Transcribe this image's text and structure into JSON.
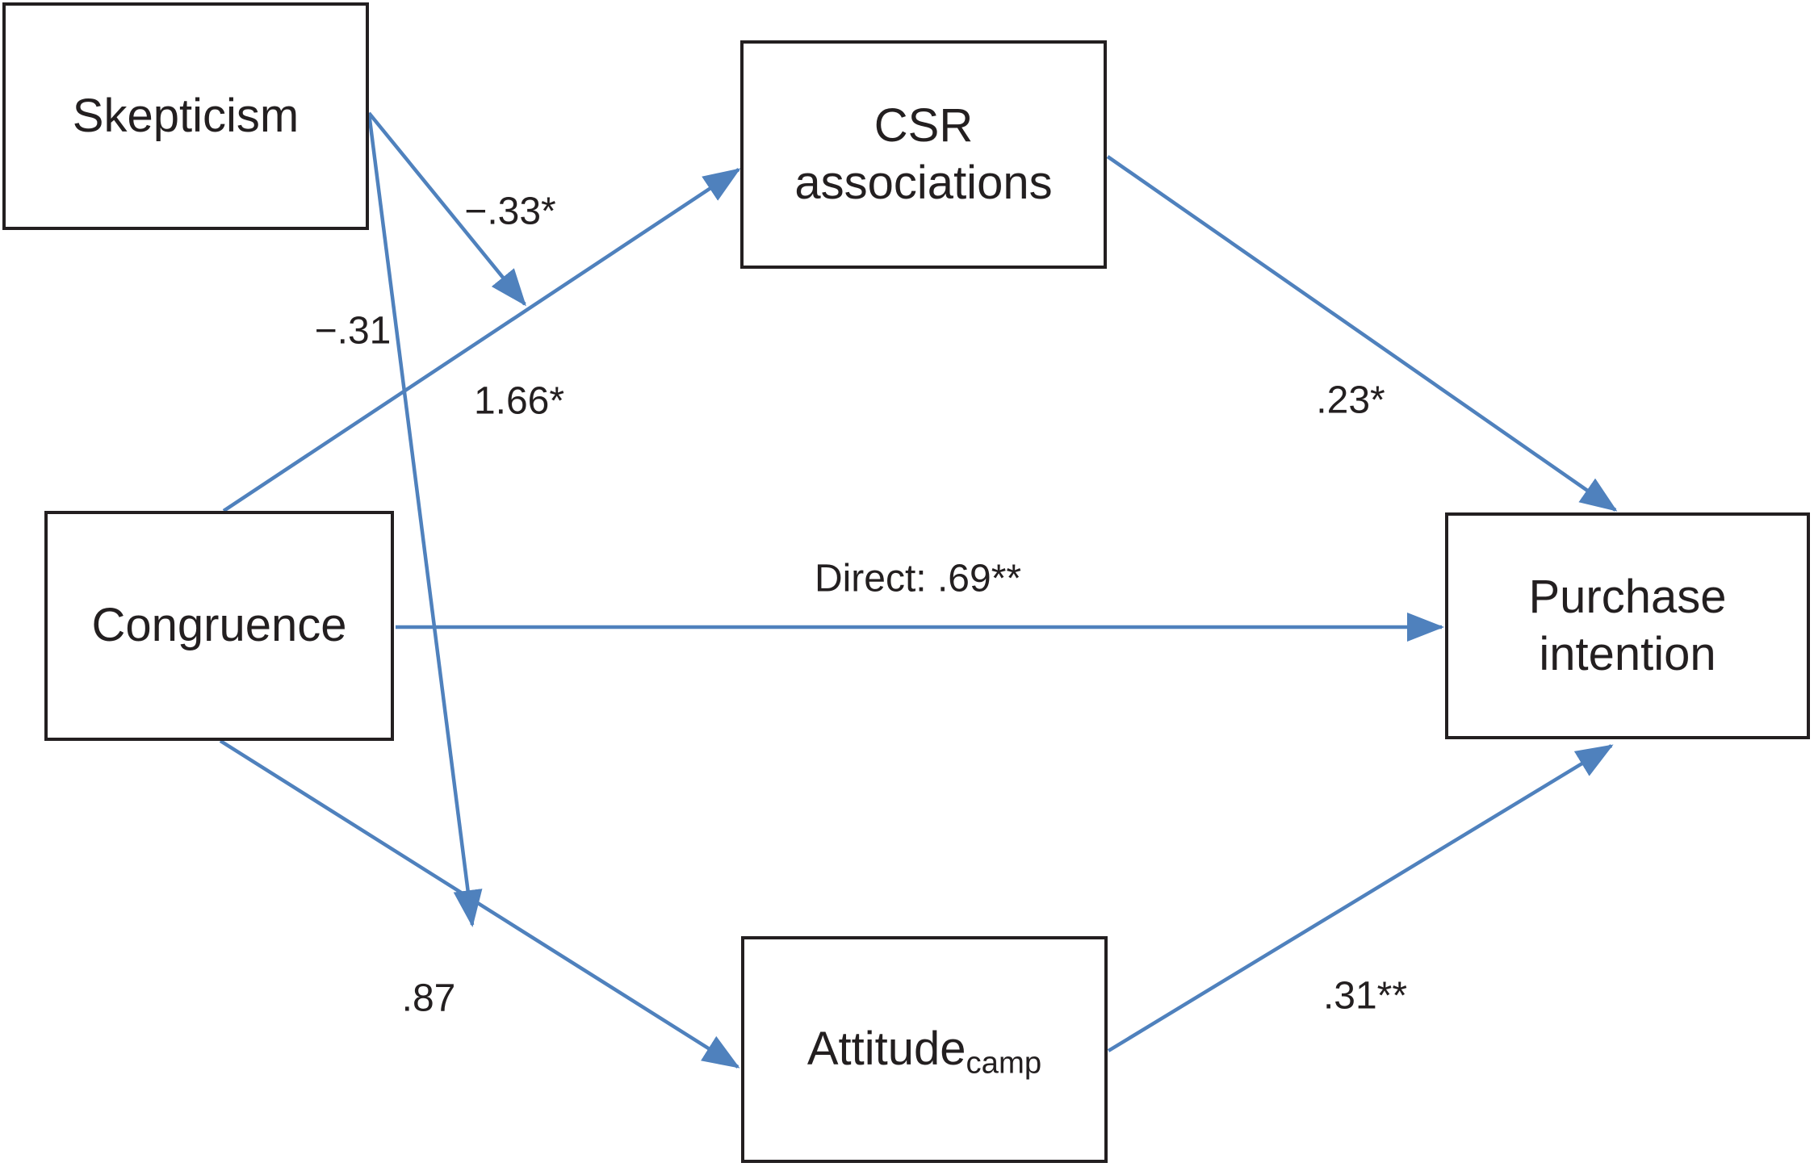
{
  "figure": {
    "type": "path-diagram",
    "background_color": "#ffffff",
    "arrow_color": "#4f81bd",
    "box_border_color": "#231f20",
    "text_color": "#231f20"
  },
  "nodes": {
    "skepticism": {
      "label": "Skepticism"
    },
    "csr": {
      "line1": "CSR",
      "line2": "associations"
    },
    "congruence": {
      "label": "Congruence"
    },
    "purchase": {
      "line1": "Purchase",
      "line2": "intention"
    },
    "attitude": {
      "label_main": "Attitude",
      "label_sub": "camp"
    }
  },
  "path_labels": {
    "skepticism_on_congruence_csr_path": "−.33*",
    "skepticism_on_congruence_attitude_path": "−.31",
    "congruence_to_csr": "1.66*",
    "congruence_to_purchase_direct": "Direct: .69**",
    "csr_to_purchase": ".23*",
    "congruence_to_attitude": ".87",
    "attitude_to_purchase": ".31**"
  }
}
